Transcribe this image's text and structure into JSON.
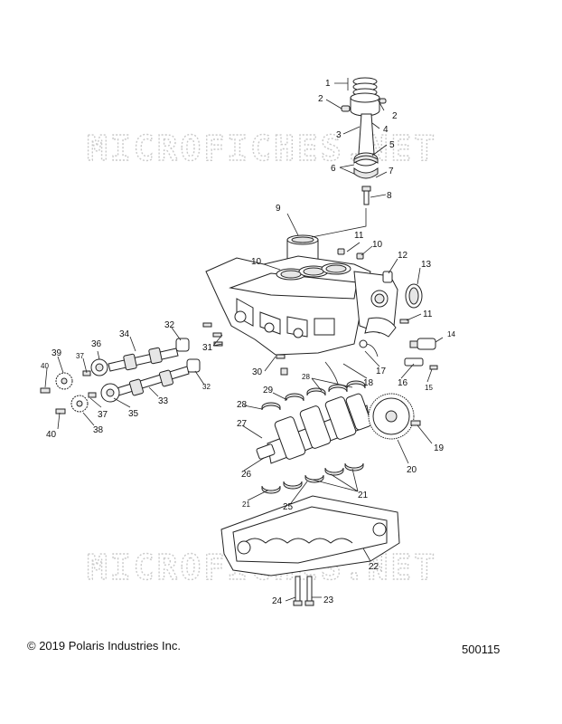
{
  "watermark": "MICROFICHES.NET",
  "copyright": "© 2019 Polaris Industries Inc.",
  "diagram_id": "500115",
  "callouts": [
    "1",
    "2",
    "2",
    "3",
    "4",
    "5",
    "6",
    "7",
    "8",
    "9",
    "10",
    "11",
    "10",
    "12",
    "13",
    "11",
    "14",
    "31",
    "32",
    "34",
    "36",
    "37",
    "39",
    "40",
    "30",
    "32",
    "33",
    "35",
    "37",
    "38",
    "40",
    "17",
    "18",
    "16",
    "15",
    "28",
    "29",
    "28",
    "27",
    "19",
    "26",
    "20",
    "21",
    "25",
    "21",
    "22",
    "24",
    "23"
  ]
}
